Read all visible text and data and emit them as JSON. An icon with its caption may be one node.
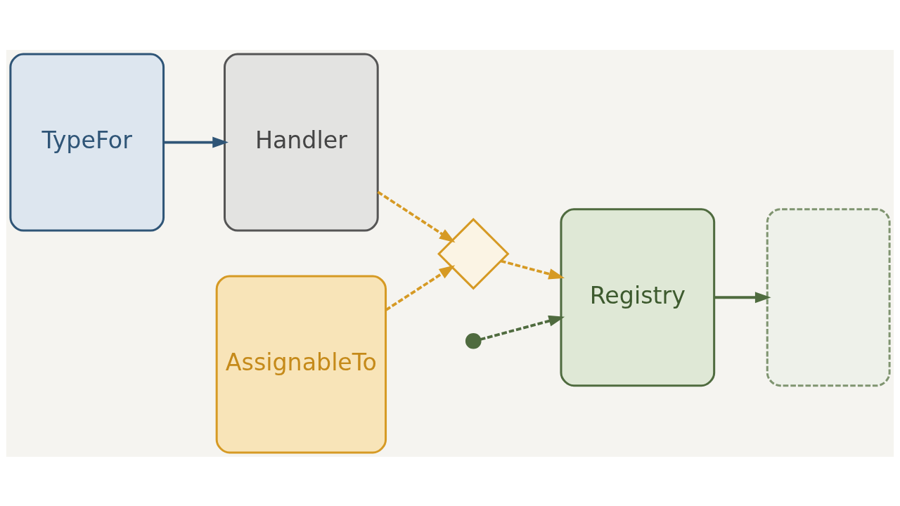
{
  "diagram": {
    "nodes": [
      {
        "text": [
          "TypeFor"
        ]
      },
      {
        "text": [
          "Handler"
        ]
      },
      {
        "text": [],
        "shape": "diamond"
      },
      {
        "text": [
          "AssignableTo"
        ]
      },
      {
        "text": [],
        "shape": "circle"
      },
      {
        "text": [
          "Registry"
        ]
      },
      {
        "text": [],
        "shape": "box"
      }
    ],
    "edges": [
      {
        "from": 0,
        "to": 1,
        "arrow": "to",
        "color": "#2f5577"
      },
      {
        "from": 1,
        "to": 2,
        "arrow": "to",
        "style": "dashed"
      },
      {
        "from": 3,
        "to": 2,
        "arrow": "to",
        "style": "dashed"
      },
      {
        "from": 2,
        "to": 5,
        "arrow": "to",
        "style": "dashed"
      },
      {
        "from": 4,
        "to": 5,
        "arrow": "to",
        "style": "dashed",
        "color": "#4f6b3f"
      },
      {
        "from": 5,
        "to": 6,
        "arrow": "to",
        "color": "#4f6b3f"
      }
    ]
  }
}
